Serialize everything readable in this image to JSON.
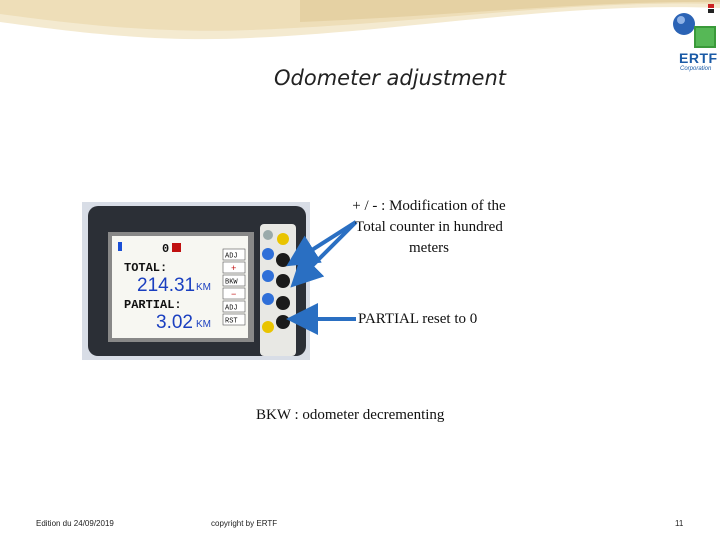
{
  "slide": {
    "title": "Odometer adjustment",
    "notes": {
      "plus_minus": "+ / - : Modification of the Total counter in hundred meters",
      "partial_reset": "PARTIAL reset to 0",
      "bkw": "BKW : odometer decrementing"
    }
  },
  "logo": {
    "name": "ERTF",
    "subtitle": "Corporation",
    "icon": "globe-logo-icon"
  },
  "device": {
    "screen": {
      "top_value": "0",
      "total_label": "TOTAL:",
      "total_value": "214.31",
      "total_unit": "KM",
      "partial_label": "PARTIAL:",
      "partial_value": "3.02",
      "partial_unit": "KM"
    },
    "side_keys": [
      "ADJ",
      "+",
      "BKW",
      "−",
      "ADJ",
      "RST"
    ]
  },
  "footer": {
    "edition": "Edition du 24/09/2019",
    "copyright": "copyright by ERTF",
    "page": "11"
  },
  "colors": {
    "accent": "#1a5aa6",
    "arrow": "#2a6fc2",
    "swoosh": "#f2e6c8"
  }
}
